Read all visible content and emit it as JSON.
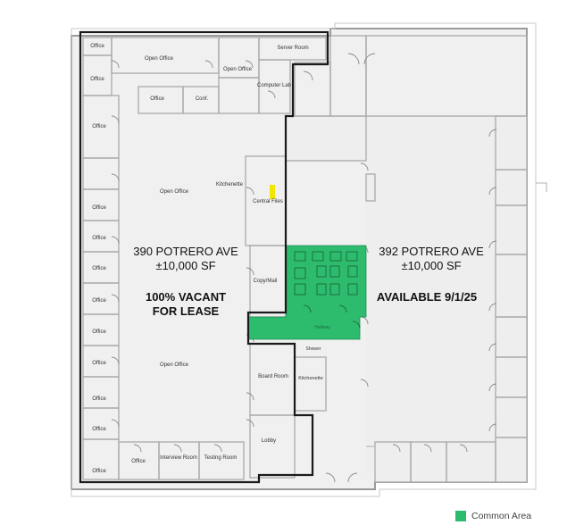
{
  "rooms": {
    "office_1": "Office",
    "office_2": "Office",
    "open_office_top": "Open Office",
    "open_office_top_right": "Open Office",
    "server_room": "Server Room",
    "office_mid": "Office",
    "conf": "Conf.",
    "computer_lab": "Computer Lab",
    "office_left_1": "Office",
    "kitchenette": "Kitchenette",
    "open_office_main": "Open Office",
    "central_files": "Central Files",
    "copy_mail": "Copy/Mail",
    "open_office_bottom": "Open Office",
    "hallway": "Hallway",
    "shower": "Shower",
    "board_room": "Board Room",
    "kitchenette_2": "Kitchenette",
    "lobby": "Lobby",
    "office_bottom": "Office",
    "interview_room": "Interview Room",
    "testing_room": "Testing Room",
    "left_offices": [
      "Office",
      "Office",
      "Office",
      "Office",
      "Office",
      "Office",
      "Office",
      "Office",
      "Office"
    ]
  },
  "listing_left": {
    "address": "390 POTRERO AVE",
    "size": "±10,000 SF",
    "status_1": "100% VACANT",
    "status_2": "FOR LEASE"
  },
  "listing_right": {
    "address": "392 POTRERO AVE",
    "size": "±10,000 SF",
    "status": "AVAILABLE 9/1/25"
  },
  "legend": {
    "label": "Common Area",
    "color": "#2dbb6e"
  },
  "colors": {
    "common_area": "#2dbb6e",
    "files_marker": "#f2e600",
    "boundary": "#1a1a1a",
    "wall": "#9a9a9a",
    "floor": "#f0f0f0"
  }
}
